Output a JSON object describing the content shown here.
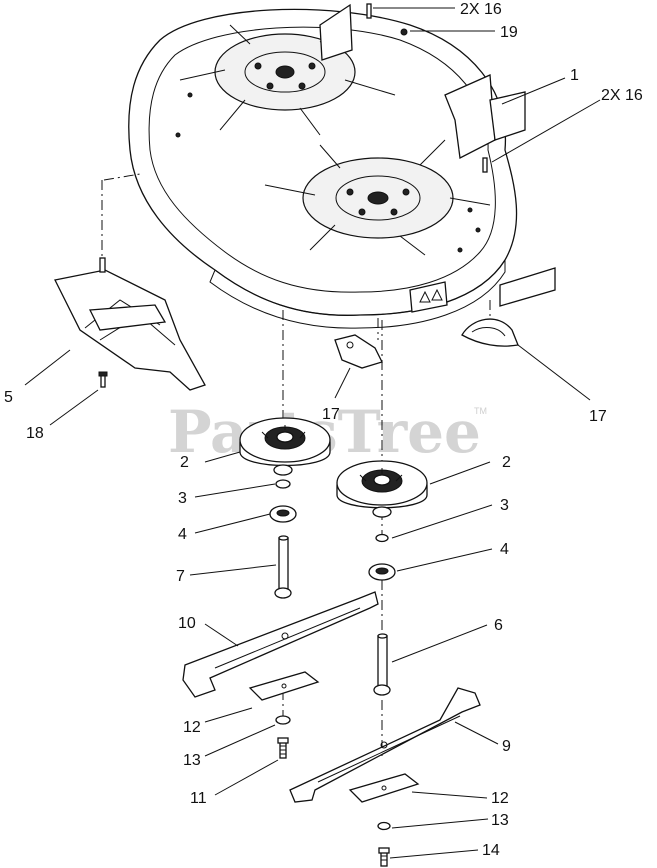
{
  "watermark": {
    "text": "PartsTree",
    "tm": "TM"
  },
  "callouts": [
    {
      "id": "c-2x16-top",
      "text": "2X 16"
    },
    {
      "id": "c-19",
      "text": "19"
    },
    {
      "id": "c-1",
      "text": "1"
    },
    {
      "id": "c-2x16-right",
      "text": "2X 16"
    },
    {
      "id": "c-5",
      "text": "5"
    },
    {
      "id": "c-18",
      "text": "18"
    },
    {
      "id": "c-17-center",
      "text": "17"
    },
    {
      "id": "c-17-right",
      "text": "17"
    },
    {
      "id": "c-2-left",
      "text": "2"
    },
    {
      "id": "c-2-right",
      "text": "2"
    },
    {
      "id": "c-3-left",
      "text": "3"
    },
    {
      "id": "c-3-right",
      "text": "3"
    },
    {
      "id": "c-4-left",
      "text": "4"
    },
    {
      "id": "c-4-right",
      "text": "4"
    },
    {
      "id": "c-7",
      "text": "7"
    },
    {
      "id": "c-10",
      "text": "10"
    },
    {
      "id": "c-6",
      "text": "6"
    },
    {
      "id": "c-12-left",
      "text": "12"
    },
    {
      "id": "c-13-left",
      "text": "13"
    },
    {
      "id": "c-11",
      "text": "11"
    },
    {
      "id": "c-9",
      "text": "9"
    },
    {
      "id": "c-12-right",
      "text": "12"
    },
    {
      "id": "c-13-right",
      "text": "13"
    },
    {
      "id": "c-14",
      "text": "14"
    }
  ]
}
